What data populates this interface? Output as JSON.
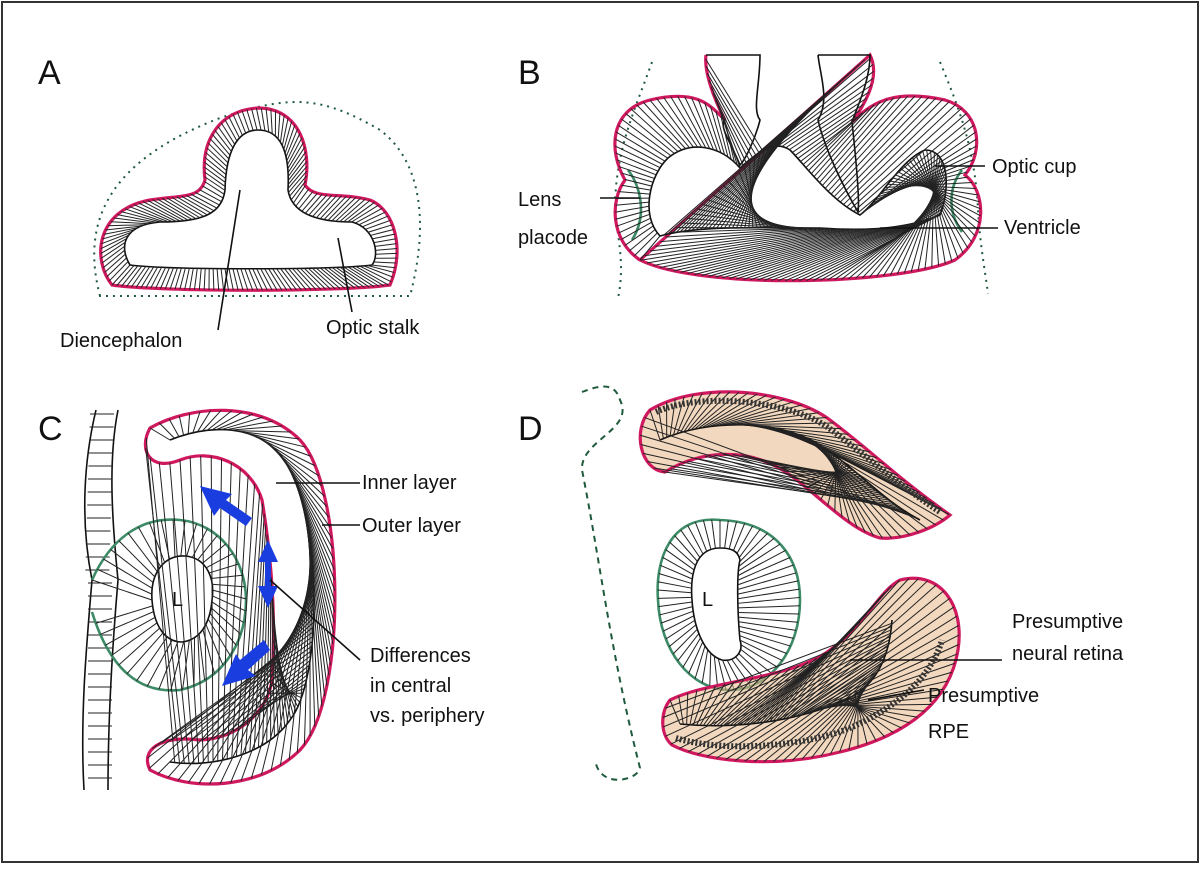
{
  "panels": {
    "A": {
      "letter": "A",
      "labels": {
        "diencephalon": "Diencephalon",
        "optic_stalk": "Optic stalk"
      }
    },
    "B": {
      "letter": "B",
      "labels": {
        "lens": "Lens",
        "placode": "placode",
        "optic_cup": "Optic cup",
        "ventricle": "Ventricle"
      }
    },
    "C": {
      "letter": "C",
      "labels": {
        "inner_layer": "Inner layer",
        "outer_layer": "Outer layer",
        "lens_L": "L",
        "diff_1": "Differences",
        "diff_2": "in central",
        "diff_3": "vs. periphery"
      }
    },
    "D": {
      "letter": "D",
      "labels": {
        "lens_L": "L",
        "pnr_1": "Presumptive",
        "pnr_2": "neural retina",
        "rpe_1": "Presumptive",
        "rpe_2": "RPE"
      }
    }
  },
  "colors": {
    "magenta": "#d0185f",
    "green": "#3c8a66",
    "blue": "#1a3de0",
    "tan": "#e8b888"
  }
}
